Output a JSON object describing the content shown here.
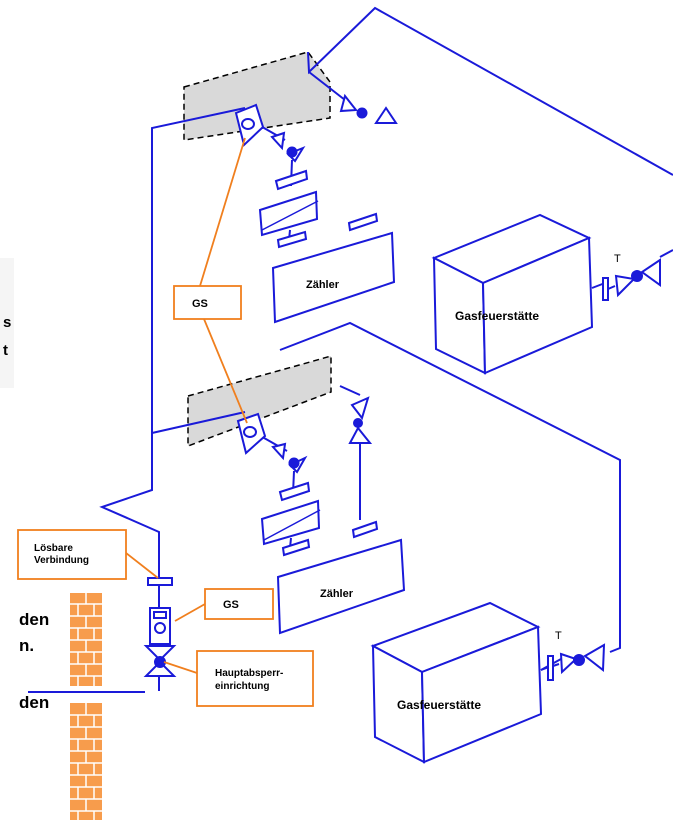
{
  "diagram": {
    "colors": {
      "pipe": "#1a1ad9",
      "callout": "#f07f1e",
      "brick_fill": "#f79c4c",
      "brick_mortar": "#ffffff",
      "hatch_fill": "#d9d9d9"
    },
    "labels": {
      "zaehler_top": "Zähler",
      "zaehler_bottom": "Zähler",
      "gasfeuerstaette_top": "Gasfeuerstätte",
      "gasfeuerstaette_bottom": "Gasfeuerstätte",
      "thermo_top": "T",
      "thermo_bottom": "T",
      "gs_middle": "GS",
      "gs_lower": "GS",
      "loesbare_line1": "Lösbare",
      "loesbare_line2": "Verbindung",
      "hauptabsperr_line1": "Hauptabsperr-",
      "hauptabsperr_line2": "einrichtung"
    },
    "left_text_fragments": {
      "frag1": "s",
      "frag2": "t",
      "frag3": "den",
      "frag4": "n.",
      "frag5": "den"
    }
  }
}
